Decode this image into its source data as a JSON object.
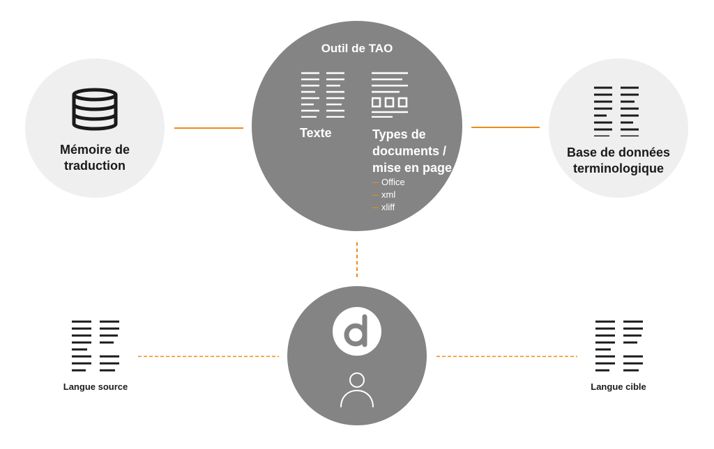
{
  "colors": {
    "accent": "#ef8a17",
    "dark_circle": "#848484",
    "light_circle": "#efefef",
    "text": "#1a1a1a",
    "white": "#ffffff"
  },
  "memory": {
    "label_line1": "Mémoire de",
    "label_line2": "traduction",
    "icon": "database-icon"
  },
  "tao": {
    "title": "Outil de TAO",
    "text_label": "Texte",
    "types_line1": "Types de",
    "types_line2": "documents /",
    "types_line3": "mise en page",
    "formats": [
      "Office",
      "xml",
      "xliff"
    ]
  },
  "termbase": {
    "label_line1": "Base de données",
    "label_line2": "terminologique",
    "icon": "text-columns-icon"
  },
  "source": {
    "label": "Langue source"
  },
  "target": {
    "label": "Langue cible"
  },
  "translator": {
    "logo": "d-logo-icon",
    "person": "person-icon"
  }
}
